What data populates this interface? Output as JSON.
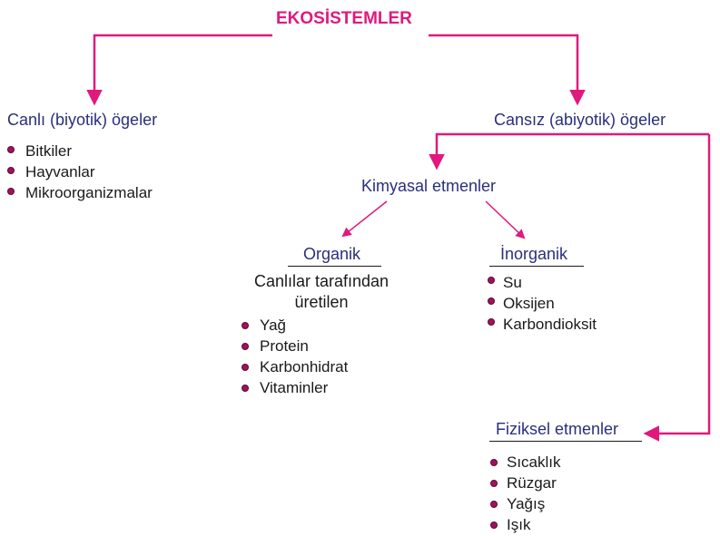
{
  "title": "EKOSİSTEMLER",
  "living": {
    "heading": "Canlı (biyotik) ögeler",
    "items": [
      "Bitkiler",
      "Hayvanlar",
      "Mikroorganizmalar"
    ]
  },
  "nonliving": {
    "heading": "Cansız (abiyotik) ögeler"
  },
  "chemical": {
    "heading": "Kimyasal etmenler"
  },
  "organic": {
    "heading": "Organik",
    "description_line1": "Canlılar tarafından",
    "description_line2": "üretilen",
    "items": [
      "Yağ",
      "Protein",
      "Karbonhidrat",
      "Vitaminler"
    ]
  },
  "inorganic": {
    "heading": "İnorganik",
    "items": [
      "Su",
      "Oksijen",
      "Karbondioksit"
    ]
  },
  "physical": {
    "heading": "Fiziksel etmenler",
    "items": [
      "Sıcaklık",
      "Rüzgar",
      "Yağış",
      "Işık"
    ]
  },
  "colors": {
    "connector": "#e0197d",
    "title": "#e0197d",
    "heading": "#2b2f7a",
    "bullet": "#a2125c"
  }
}
